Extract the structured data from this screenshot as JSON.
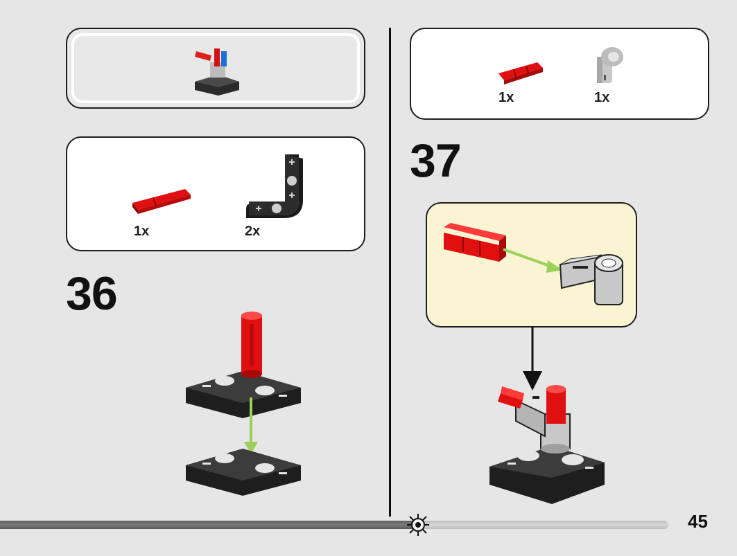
{
  "colors": {
    "background": "#e6e6e6",
    "panel": "#ffffff",
    "callout_bg": "#fbf4d3",
    "brick_red": "#e01010",
    "brick_dark": "#2a2a2a",
    "brick_light_grey": "#c8c8c8",
    "arrow_green": "#9bd15a"
  },
  "left_column": {
    "assembled_preview": {
      "icon": "assembled-model-preview"
    },
    "parts_list": {
      "parts": [
        {
          "name": "red-axle-pin-icon",
          "qty": "1x"
        },
        {
          "name": "black-l-beam-icon",
          "qty": "2x"
        }
      ]
    },
    "step": {
      "number": "36"
    }
  },
  "right_column": {
    "parts_list": {
      "parts": [
        {
          "name": "red-axle-connector-icon",
          "qty": "1x"
        },
        {
          "name": "grey-angle-connector-icon",
          "qty": "1x"
        }
      ]
    },
    "step": {
      "number": "37"
    }
  },
  "footer": {
    "page_number": "45",
    "progress_icon": "sun-gear-icon"
  }
}
